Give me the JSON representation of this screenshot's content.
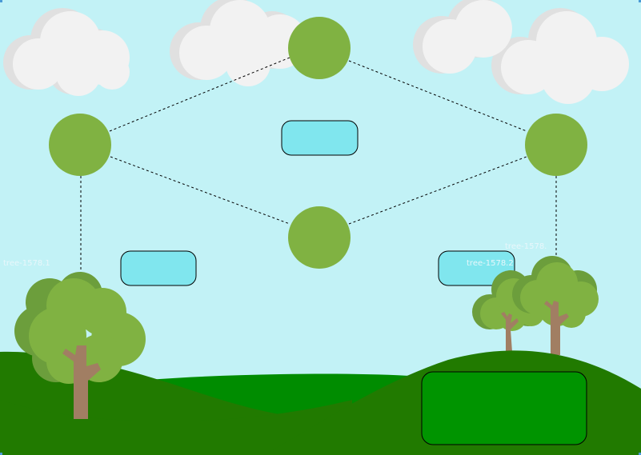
{
  "colors": {
    "sky": "#c2f2f6",
    "cloud": "#f2f2f2",
    "cloud_shadow": "#e0e0e0",
    "node": "#80b242",
    "box": "#80e6ee",
    "hill_dark": "#217a00",
    "hill_light": "#008c00",
    "tree_foliage": "#80b242",
    "tree_foliage_dark": "#6c9e3c",
    "trunk": "#a17e63",
    "grass_box": "#009400"
  },
  "labels": {
    "tree_left": "tree-1578.1",
    "tree_right_back": "tree-1578.",
    "tree_right_front": "tree-1578.2"
  }
}
